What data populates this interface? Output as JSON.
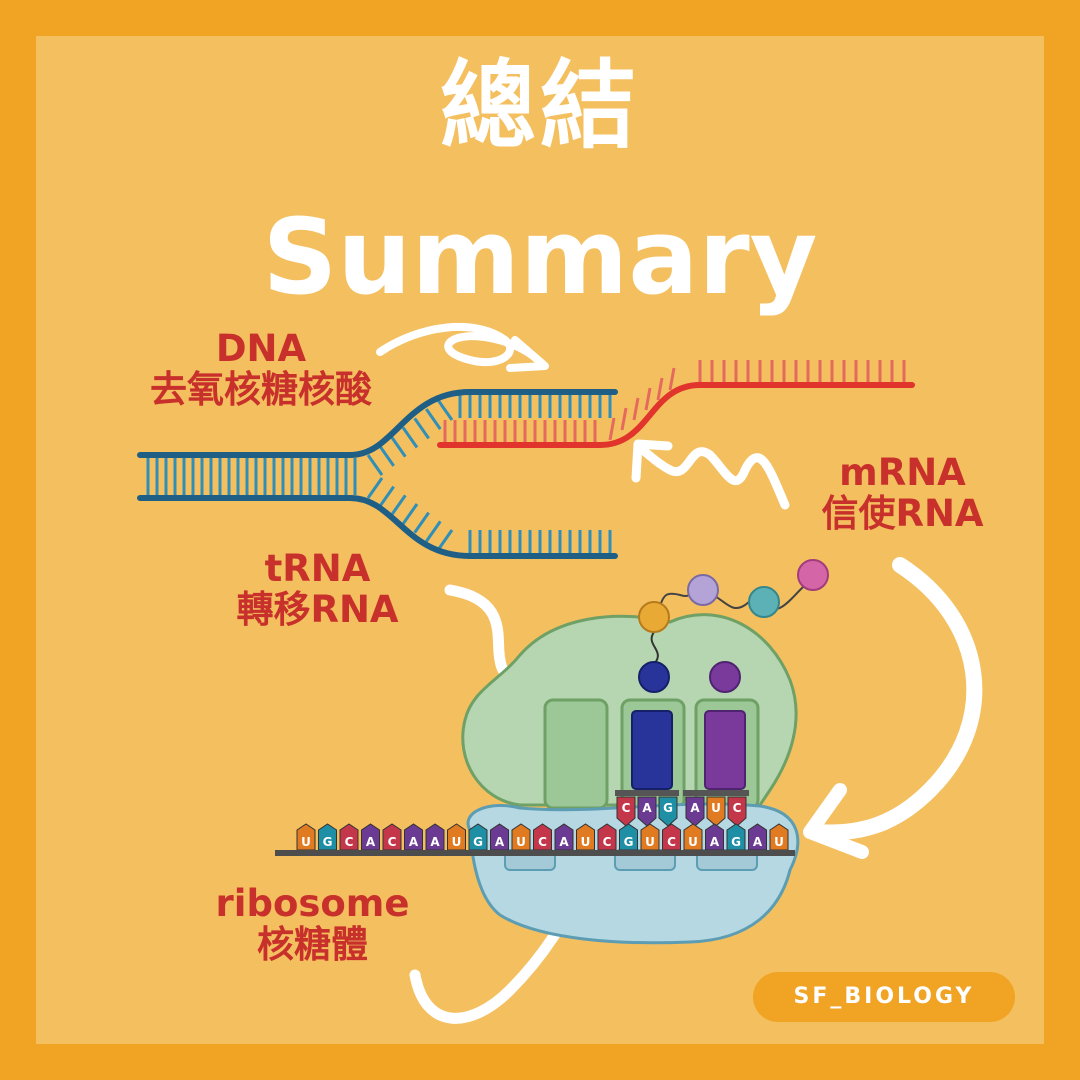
{
  "title_zh": "總結",
  "title_en": "Summary",
  "labels": {
    "dna": {
      "en": "DNA",
      "zh": "去氧核糖核酸"
    },
    "mrna": {
      "en": "mRNA",
      "zh": "信使RNA"
    },
    "trna": {
      "en": "tRNA",
      "zh": "轉移RNA"
    },
    "ribosome": {
      "en": "ribosome",
      "zh": "核糖體"
    }
  },
  "mrna_sequence": [
    "U",
    "G",
    "C",
    "A",
    "C",
    "A",
    "A",
    "U",
    "G",
    "A",
    "U",
    "C",
    "A",
    "U",
    "C",
    "G",
    "U",
    "C",
    "U",
    "A",
    "G",
    "A",
    "U"
  ],
  "anticodons": [
    {
      "letters": [
        "C",
        "A",
        "G"
      ]
    },
    {
      "letters": [
        "A",
        "U",
        "C"
      ]
    }
  ],
  "brand": "SF_BIOLOGY",
  "colors": {
    "border": "#F1A323",
    "background": "#F4BF5F",
    "label_text": "#C8312B",
    "dna_strand": "#1F5F86",
    "mrna_strand": "#E0342C",
    "ribosome_large": "#B5D6B0",
    "ribosome_small": "#B5D8E2",
    "nucleotide_U": "#E07B22",
    "nucleotide_G": "#1F8FA6",
    "nucleotide_C": "#C4374B",
    "nucleotide_A": "#6B3A92"
  }
}
